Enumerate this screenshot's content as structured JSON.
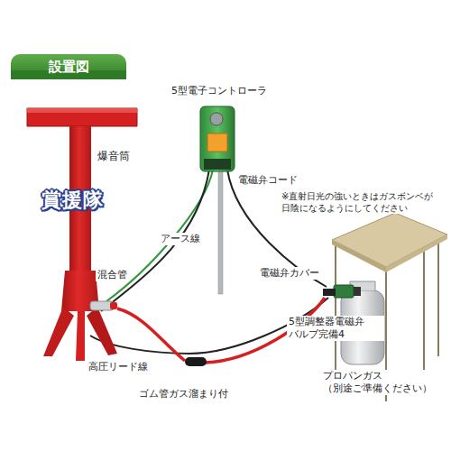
{
  "diagram": {
    "title": "設置図",
    "labels": [
      "爆音筒",
      "5型電子コントローラ",
      "電磁弁コード",
      "※直射日光の強いときはガスボンベが 日陰になるようにしてください",
      "アース線",
      "混合管",
      "電磁弁カバー",
      "5型調整器電磁弁 バルブ完備4",
      "プロパンガス （別途ご準備ください）",
      "高圧リード線",
      "ゴム管ガス溜まり付",
      "賞援隊"
    ]
  }
}
